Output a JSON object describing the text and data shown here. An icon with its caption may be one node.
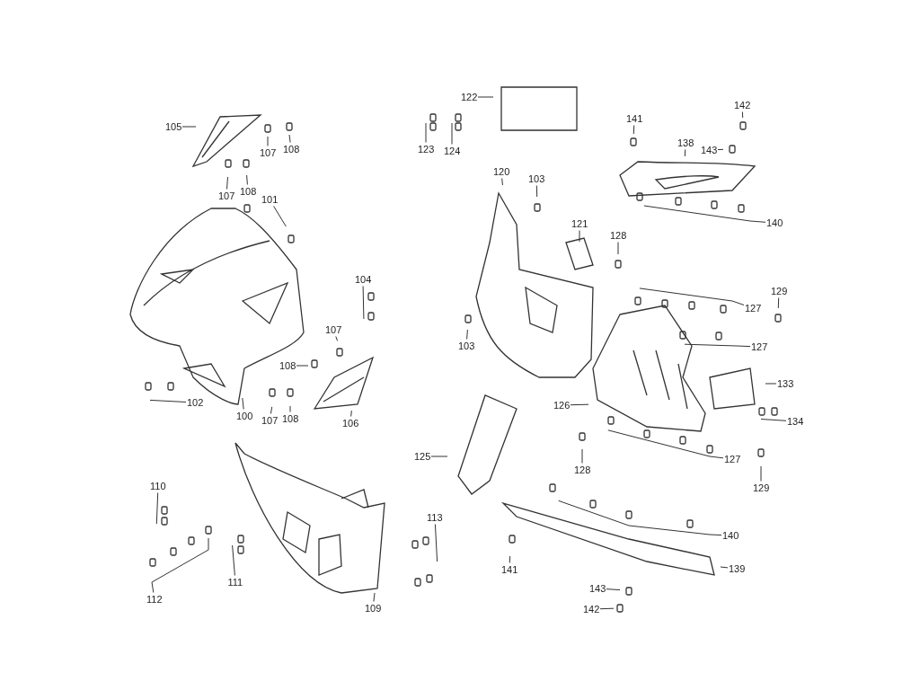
{
  "diagram": {
    "nodes": [
      {
        "text": [
          "105"
        ]
      },
      {
        "text": [
          "107"
        ]
      },
      {
        "text": [
          "108"
        ]
      },
      {
        "text": [
          "107"
        ]
      },
      {
        "text": [
          "108"
        ]
      },
      {
        "text": [
          "101"
        ]
      },
      {
        "text": [
          "104"
        ]
      },
      {
        "text": [
          "107"
        ]
      },
      {
        "text": [
          "108"
        ]
      },
      {
        "text": [
          "102"
        ]
      },
      {
        "text": [
          "100"
        ]
      },
      {
        "text": [
          "107"
        ]
      },
      {
        "text": [
          "108"
        ]
      },
      {
        "text": [
          "106"
        ]
      },
      {
        "text": [
          "110"
        ]
      },
      {
        "text": [
          "112"
        ]
      },
      {
        "text": [
          "111"
        ]
      },
      {
        "text": [
          "109"
        ]
      },
      {
        "text": [
          "113"
        ]
      },
      {
        "text": [
          "122"
        ]
      },
      {
        "text": [
          "123"
        ]
      },
      {
        "text": [
          "124"
        ]
      },
      {
        "text": [
          "120"
        ]
      },
      {
        "text": [
          "103"
        ]
      },
      {
        "text": [
          "121"
        ]
      },
      {
        "text": [
          "128"
        ]
      },
      {
        "text": [
          "141"
        ]
      },
      {
        "text": [
          "142"
        ]
      },
      {
        "text": [
          "143"
        ]
      },
      {
        "text": [
          "138"
        ]
      },
      {
        "text": [
          "140"
        ]
      },
      {
        "text": [
          "103"
        ]
      },
      {
        "text": [
          "127"
        ]
      },
      {
        "text": [
          "129"
        ]
      },
      {
        "text": [
          "127"
        ]
      },
      {
        "text": [
          "133"
        ]
      },
      {
        "text": [
          "126"
        ]
      },
      {
        "text": [
          "134"
        ]
      },
      {
        "text": [
          "128"
        ]
      },
      {
        "text": [
          "127"
        ]
      },
      {
        "text": [
          "129"
        ]
      },
      {
        "text": [
          "125"
        ]
      },
      {
        "text": [
          "140"
        ]
      },
      {
        "text": [
          "141"
        ]
      },
      {
        "text": [
          "139"
        ]
      },
      {
        "text": [
          "143"
        ]
      },
      {
        "text": [
          "142"
        ]
      }
    ],
    "edges": [
      {
        "from": 0,
        "to": null,
        "arrow": "none"
      },
      {
        "from": 1,
        "to": null,
        "arrow": "none"
      },
      {
        "from": 2,
        "to": null,
        "arrow": "none"
      },
      {
        "from": 3,
        "to": null,
        "arrow": "none"
      },
      {
        "from": 4,
        "to": null,
        "arrow": "none"
      },
      {
        "from": 5,
        "to": null,
        "arrow": "none"
      },
      {
        "from": 6,
        "to": null,
        "arrow": "none"
      },
      {
        "from": 7,
        "to": null,
        "arrow": "none"
      },
      {
        "from": 8,
        "to": null,
        "arrow": "none"
      },
      {
        "from": 9,
        "to": null,
        "arrow": "none"
      },
      {
        "from": 10,
        "to": null,
        "arrow": "none"
      },
      {
        "from": 11,
        "to": null,
        "arrow": "none"
      },
      {
        "from": 12,
        "to": null,
        "arrow": "none"
      },
      {
        "from": 13,
        "to": null,
        "arrow": "none"
      },
      {
        "from": 14,
        "to": null,
        "arrow": "none"
      },
      {
        "from": 15,
        "to": null,
        "arrow": "none"
      },
      {
        "from": 16,
        "to": null,
        "arrow": "none"
      },
      {
        "from": 17,
        "to": null,
        "arrow": "none"
      },
      {
        "from": 18,
        "to": null,
        "arrow": "none"
      },
      {
        "from": 19,
        "to": null,
        "arrow": "none"
      },
      {
        "from": 20,
        "to": null,
        "arrow": "none"
      },
      {
        "from": 21,
        "to": null,
        "arrow": "none"
      },
      {
        "from": 22,
        "to": null,
        "arrow": "none"
      },
      {
        "from": 23,
        "to": null,
        "arrow": "none"
      },
      {
        "from": 24,
        "to": null,
        "arrow": "none"
      },
      {
        "from": 25,
        "to": null,
        "arrow": "none"
      },
      {
        "from": 26,
        "to": null,
        "arrow": "none"
      },
      {
        "from": 27,
        "to": null,
        "arrow": "none"
      },
      {
        "from": 28,
        "to": null,
        "arrow": "none"
      },
      {
        "from": 29,
        "to": null,
        "arrow": "none"
      },
      {
        "from": 30,
        "to": null,
        "arrow": "none"
      },
      {
        "from": 31,
        "to": null,
        "arrow": "none"
      },
      {
        "from": 32,
        "to": null,
        "arrow": "none"
      },
      {
        "from": 33,
        "to": null,
        "arrow": "none"
      },
      {
        "from": 34,
        "to": null,
        "arrow": "none"
      },
      {
        "from": 35,
        "to": null,
        "arrow": "none"
      },
      {
        "from": 36,
        "to": null,
        "arrow": "none"
      },
      {
        "from": 37,
        "to": null,
        "arrow": "none"
      },
      {
        "from": 38,
        "to": null,
        "arrow": "none"
      },
      {
        "from": 39,
        "to": null,
        "arrow": "none"
      },
      {
        "from": 40,
        "to": null,
        "arrow": "none"
      },
      {
        "from": 41,
        "to": null,
        "arrow": "none"
      },
      {
        "from": 42,
        "to": null,
        "arrow": "none"
      },
      {
        "from": 43,
        "to": null,
        "arrow": "none"
      },
      {
        "from": 44,
        "to": null,
        "arrow": "none"
      },
      {
        "from": 45,
        "to": null,
        "arrow": "none"
      },
      {
        "from": 46,
        "to": null,
        "arrow": "none"
      }
    ]
  }
}
